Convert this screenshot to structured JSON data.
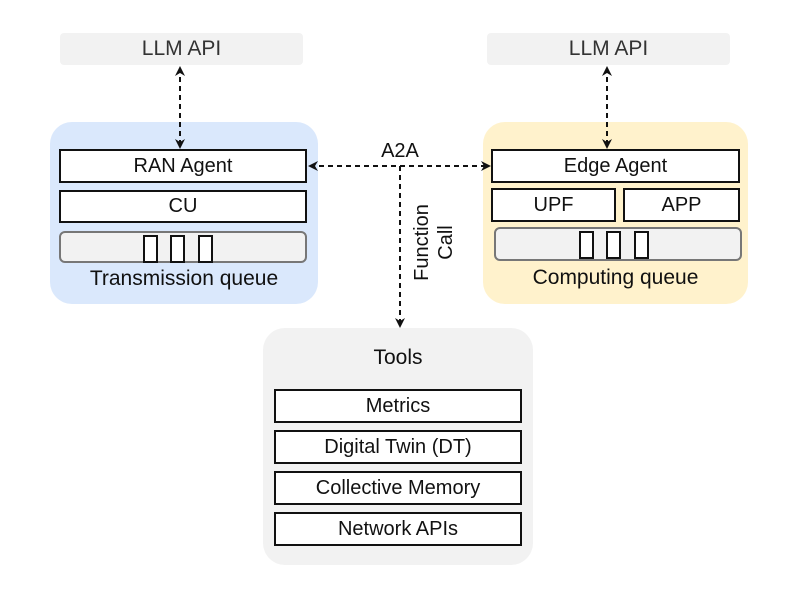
{
  "left_llm_api": "LLM API",
  "right_llm_api": "LLM API",
  "ran_group": {
    "agent": "RAN Agent",
    "cu": "CU",
    "queue_label": "Transmission queue",
    "color": "#dae8fc"
  },
  "edge_group": {
    "agent": "Edge Agent",
    "upf": "UPF",
    "app": "APP",
    "queue_label": "Computing queue",
    "color": "#fff2cc"
  },
  "connectors": {
    "a2a_label": "A2A",
    "function_call_label_line1": "Function",
    "function_call_label_line2": "Call"
  },
  "tools": {
    "title": "Tools",
    "items": [
      "Metrics",
      "Digital Twin (DT)",
      "Collective Memory",
      "Network APIs"
    ]
  }
}
